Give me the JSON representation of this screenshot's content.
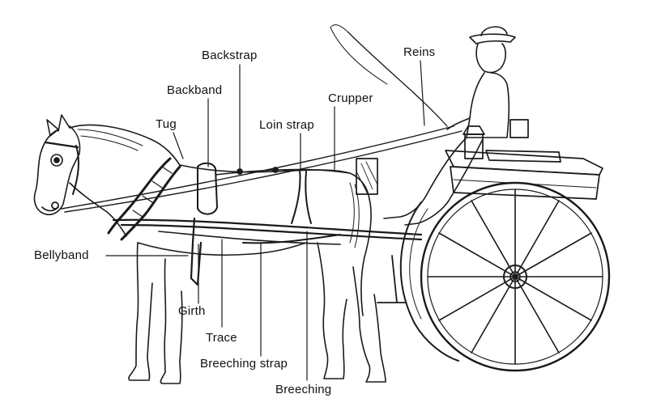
{
  "diagram": {
    "labels": {
      "backstrap": "Backstrap",
      "reins": "Reins",
      "backband": "Backband",
      "crupper": "Crupper",
      "tug": "Tug",
      "loin_strap": "Loin strap",
      "bellyband": "Bellyband",
      "girth": "Girth",
      "trace": "Trace",
      "breeching_strap": "Breeching strap",
      "breeching": "Breeching"
    },
    "colors": {
      "ink": "#1a1a1a",
      "background": "#ffffff"
    }
  }
}
